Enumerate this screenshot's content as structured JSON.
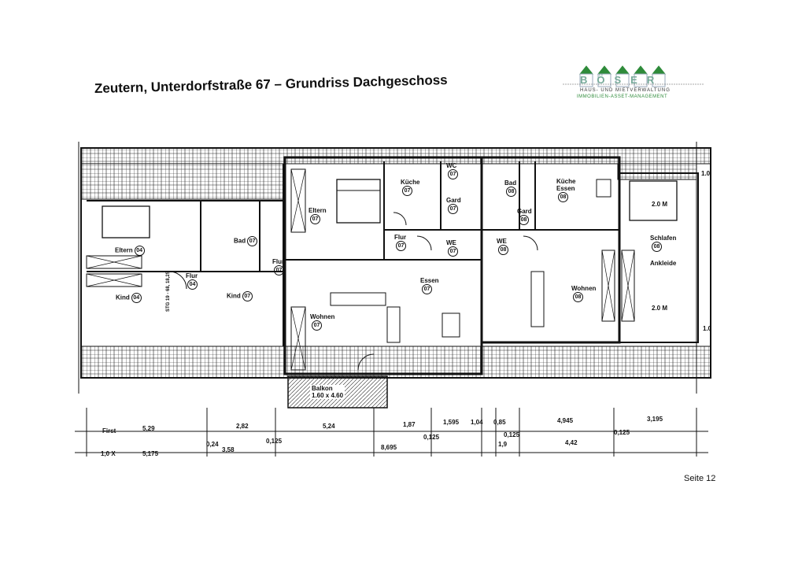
{
  "document": {
    "title": "Zeutern, Unterdorfstraße 67 – Grundriss Dachgeschoss",
    "page_label": "Seite 12"
  },
  "logo": {
    "letters": "BÖSER",
    "line1": "HAUS- UND MIETVERWALTUNG",
    "line2": "IMMOBILIEN-ASSET-MANAGEMENT"
  },
  "rooms": {
    "eltern04": {
      "name": "Eltern",
      "num": "04"
    },
    "kind04": {
      "name": "Kind",
      "num": "04"
    },
    "flur04": {
      "name": "Flur",
      "num": "04"
    },
    "bad07": {
      "name": "Bad",
      "num": "07"
    },
    "kind07": {
      "name": "Kind",
      "num": "07"
    },
    "flur07a": {
      "name": "Flur",
      "num": "07"
    },
    "eltern07": {
      "name": "Eltern",
      "num": "07"
    },
    "kueche07": {
      "name": "Küche",
      "num": "07"
    },
    "wc07": {
      "name": "WC",
      "num": "07"
    },
    "gard07": {
      "name": "Gard",
      "num": "07"
    },
    "flur07b": {
      "name": "Flur",
      "num": "07"
    },
    "we07": {
      "name": "WE",
      "num": "07"
    },
    "essen07": {
      "name": "Essen",
      "num": "07"
    },
    "wohnen07": {
      "name": "Wohnen",
      "num": "07"
    },
    "bad08": {
      "name": "Bad",
      "num": "08"
    },
    "kueche08": {
      "name": "Küche Essen",
      "num": "08"
    },
    "gard08": {
      "name": "Gard",
      "num": "08"
    },
    "we08": {
      "name": "WE",
      "num": "08"
    },
    "schlafen08": {
      "name": "Schlafen",
      "num": "08"
    },
    "ankleide": {
      "name": "Ankleide"
    },
    "wohnen08": {
      "name": "Wohnen",
      "num": "08"
    },
    "balkon": {
      "name": "Balkon",
      "size": "1.60 x 4.60"
    }
  },
  "annotations": {
    "h1": "2.0 M",
    "h2": "2.0 M",
    "edge1": "1.0",
    "edge2": "1.0",
    "stairs": "STG 19 - 68, 18,25"
  },
  "dimensions_top": [
    "First",
    "5,29",
    "2,82",
    "5,24",
    "1,87",
    "1,595",
    "1,04",
    "0,85",
    "4,945",
    "3,195"
  ],
  "dimensions_mid": [
    "0,24",
    "0,125",
    "0,125",
    "0,125",
    "0,125"
  ],
  "dimensions_bottom": [
    "1,0 X",
    "5,175",
    "3,58",
    "8,695",
    "1,9",
    "4,42"
  ]
}
